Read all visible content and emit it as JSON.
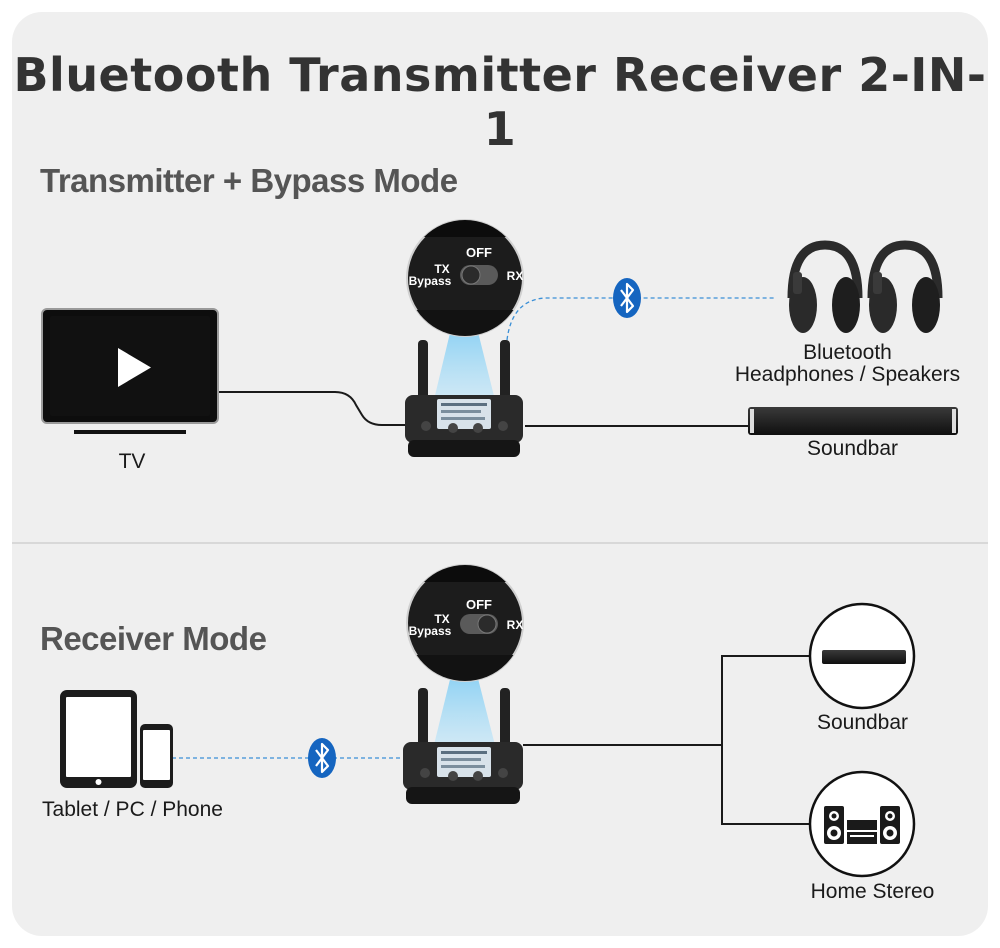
{
  "title": "Bluetooth Transmitter Receiver 2-IN-1",
  "modes": [
    {
      "title": "Transmitter + Bypass Mode",
      "switch": {
        "off": "OFF",
        "tx": "TX",
        "bypass": "Bypass",
        "rx": "RX"
      },
      "devices": {
        "tv": "TV",
        "headphones_line1": "Bluetooth",
        "headphones_line2": "Headphones / Speakers",
        "soundbar": "Soundbar"
      }
    },
    {
      "title": "Receiver Mode",
      "switch": {
        "off": "OFF",
        "tx": "TX",
        "bypass": "Bypass",
        "rx": "RX"
      },
      "devices": {
        "source": "Tablet / PC / Phone",
        "soundbar": "Soundbar",
        "stereo": "Home Stereo"
      }
    }
  ],
  "colors": {
    "background": "#efefef",
    "bluetooth": "#1565c0",
    "link": "#3a8fd6",
    "title": "#333333",
    "mode_title": "#555555"
  }
}
